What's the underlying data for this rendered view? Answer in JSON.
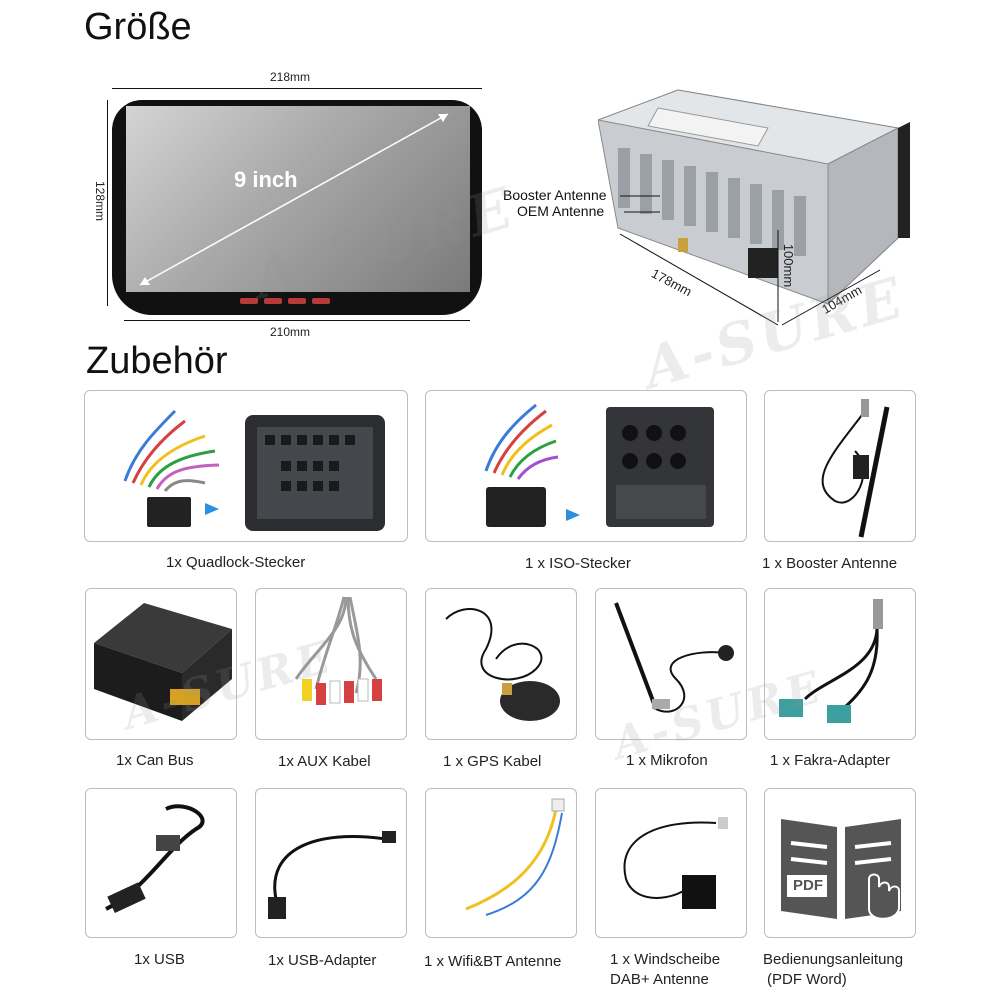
{
  "size_section": {
    "title": "Größe",
    "screen_size": "9 inch",
    "width_top": "218mm",
    "width_bottom": "210mm",
    "height": "128mm",
    "unit_depth": "178mm",
    "unit_height": "100mm",
    "unit_width": "104mm",
    "booster_antenna_label": "Booster Antenne",
    "oem_antenna_label": "OEM Antenne"
  },
  "watermark": "A-SURE",
  "accessories": {
    "title": "Zubehör",
    "items": [
      {
        "label": "1x Quadlock-Stecker"
      },
      {
        "label": "1 x ISO-Stecker"
      },
      {
        "label": "1 x Booster Antenne"
      },
      {
        "label": "1x Can Bus"
      },
      {
        "label": "1x AUX Kabel"
      },
      {
        "label": "1 x GPS Kabel"
      },
      {
        "label": "1 x Mikrofon"
      },
      {
        "label": "1 x Fakra-Adapter"
      },
      {
        "label": "1x USB"
      },
      {
        "label": "1x USB-Adapter"
      },
      {
        "label": "1 x Wifi&BT Antenne"
      },
      {
        "label": "1 x Windscheibe",
        "label2": "DAB+ Antenne"
      },
      {
        "label": "Bedienungsanleitung",
        "label2": "(PDF Word)"
      }
    ],
    "pdf_icon_text": "PDF"
  },
  "colors": {
    "accent_blue": "#2a8fe0",
    "frame_black": "#111111",
    "card_border": "#bdbdbd"
  }
}
